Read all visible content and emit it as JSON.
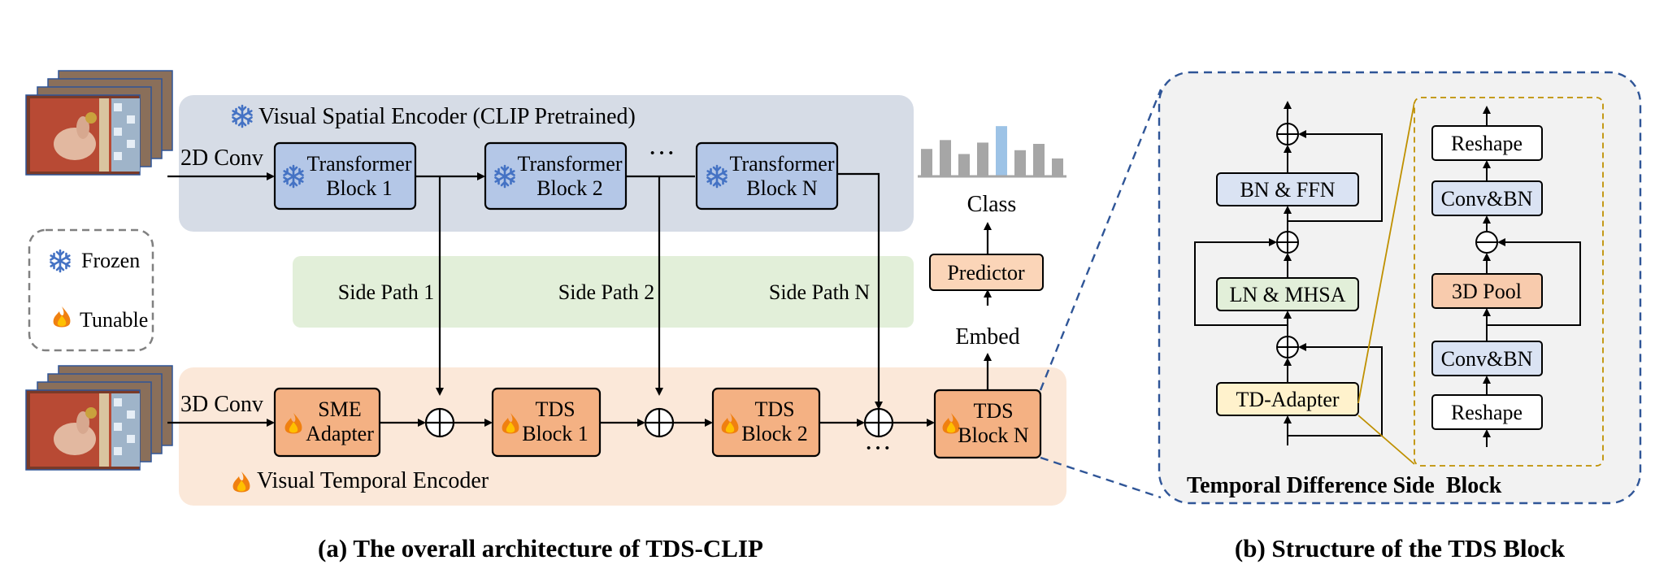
{
  "colors": {
    "spatial_bg": "#d6dce6",
    "temporal_bg": "#fbe8d9",
    "side_bg": "#e2efd9",
    "transformer_fill": "#b4c7e7",
    "tds_fill": "#f4b183",
    "predictor_fill": "#fbd5b8",
    "ln_fill": "#e2efd9",
    "adapter_fill": "#fff2cc",
    "panel_b_bg": "#f2f2f2",
    "panel_b_border": "#2f5597",
    "inner_border": "#bf9000",
    "chart_gray": "#a6a6a6",
    "chart_blue": "#9dc3e6"
  },
  "panel_a": {
    "spatial_title": "Visual Spatial Encoder (CLIP Pretrained)",
    "temporal_title": "Visual Temporal Encoder",
    "conv2d": "2D Conv",
    "conv3d": "3D Conv",
    "transformer_blocks": [
      {
        "line1": "Transformer",
        "line2": "Block 1"
      },
      {
        "line1": "Transformer",
        "line2": "Block 2"
      },
      {
        "line1": "Transformer",
        "line2": "Block N"
      }
    ],
    "ellipsis": "···",
    "side_paths": [
      "Side Path 1",
      "Side Path 2",
      "Side Path N"
    ],
    "sme": {
      "line1": "SME",
      "line2": "Adapter"
    },
    "tds_blocks": [
      {
        "line1": "TDS",
        "line2": "Block 1"
      },
      {
        "line1": "TDS",
        "line2": "Block 2"
      },
      {
        "line1": "TDS",
        "line2": "Block N"
      }
    ],
    "predictor": "Predictor",
    "embed": "Embed",
    "class": "Class",
    "legend": {
      "frozen": "Frozen",
      "tunable": "Tunable"
    },
    "icons": [
      "snowflake-icon",
      "flame-icon",
      "video-frames-icon",
      "bar-chart-icon",
      "adder-icon"
    ],
    "caption": "(a) The overall architecture of TDS-CLIP"
  },
  "panel_b": {
    "bn_ffn": "BN & FFN",
    "ln_mhsa": "LN & MHSA",
    "td_adapter": "TD-Adapter",
    "inner": {
      "reshape_top": "Reshape",
      "conv_bn_top": "Conv&BN",
      "pool": "3D Pool",
      "conv_bn_bottom": "Conv&BN",
      "reshape_bottom": "Reshape"
    },
    "title": "Temporal Difference Side  Block",
    "caption": "(b) Structure of the TDS Block"
  },
  "chart_data": {
    "type": "bar",
    "categories": [],
    "values": [
      0.42,
      0.56,
      0.34,
      0.52,
      0.78,
      0.4,
      0.5,
      0.27
    ],
    "highlight_index": 4,
    "title": "",
    "xlabel": "",
    "ylabel": ""
  }
}
